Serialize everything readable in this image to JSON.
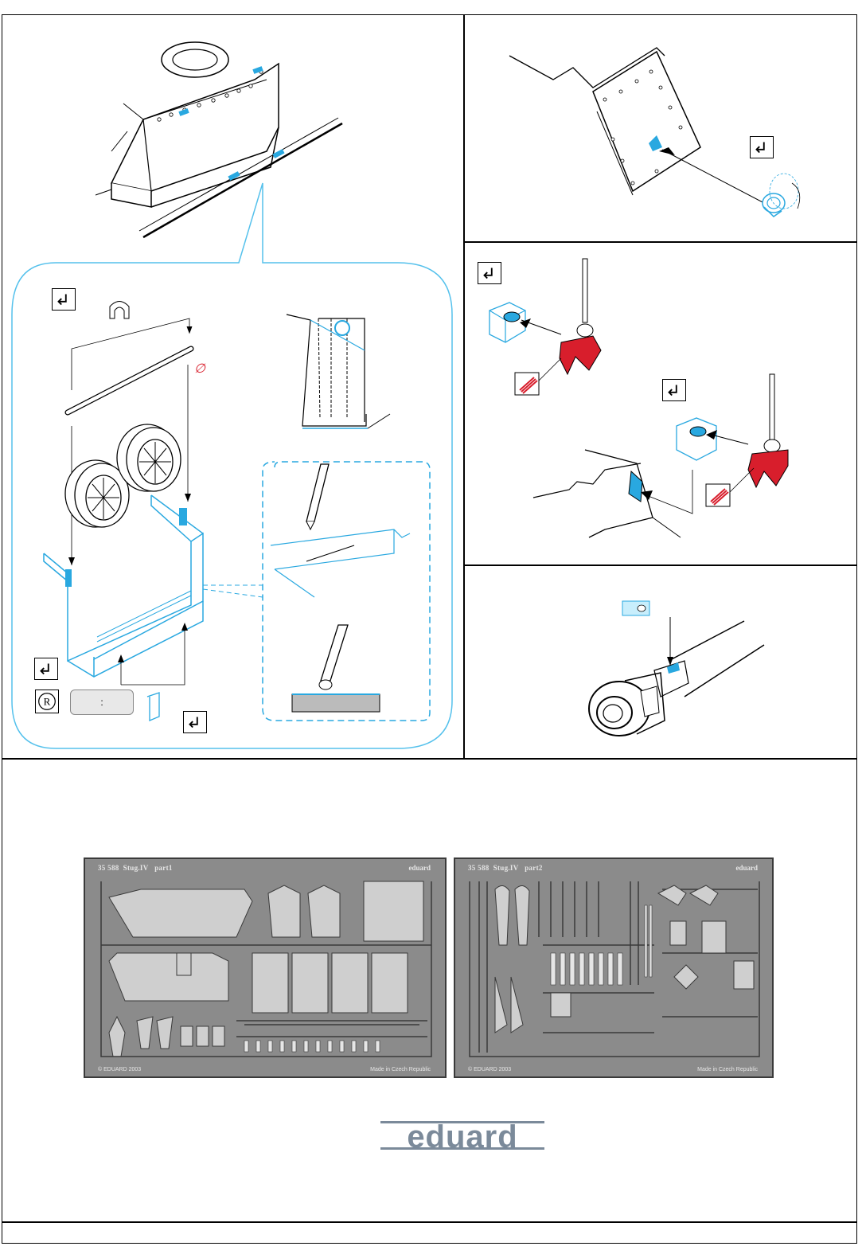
{
  "diameter_symbol": "∅",
  "bending_ratio": ":",
  "plates": [
    {
      "code": "35 588",
      "name": "Stug.IV",
      "part": "part1",
      "brand": "eduard",
      "copyright": "© EDUARD 2003",
      "made_in": "Made in Czech Republic"
    },
    {
      "code": "35 588",
      "name": "Stug.IV",
      "part": "part2",
      "brand": "eduard",
      "copyright": "© EDUARD 2003",
      "made_in": "Made in Czech Republic"
    }
  ],
  "logo": "eduard",
  "icons": {
    "step": "bend-arrow-icon",
    "registered": "registered-icon",
    "paint_swatch": "red-paint-swatch-icon"
  },
  "colors": {
    "accent_blue": "#29a8e0",
    "callout_blue": "#55c1ec",
    "paint_red": "#d81e2c",
    "logo_gray": "#7b8a9a",
    "plate_gray": "#8b8b8b"
  }
}
